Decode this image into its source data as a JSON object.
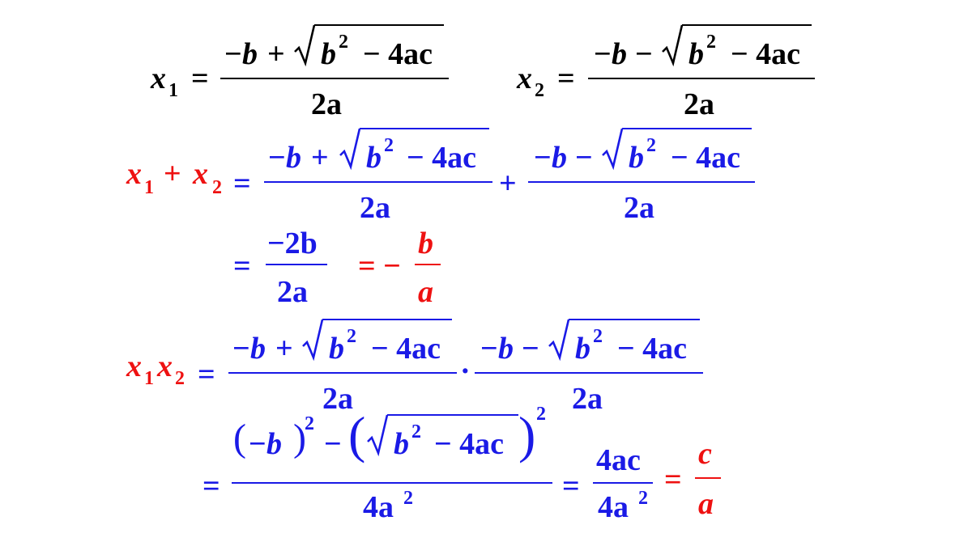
{
  "x": "x",
  "one": "1",
  "two": "2",
  "eq": "=",
  "plus": "+",
  "dot": "·",
  "minus_b": "−b",
  "b": "b",
  "a": "a",
  "c": "c",
  "b_sq": "b",
  "minus_4ac": "− 4ac",
  "two_a": "2a",
  "minus_2b": "−2b",
  "eq_minus": "= −",
  "four_ac": "4ac",
  "four_a": "4a",
  "paren_minus_b": "(−b)",
  "minus_open": "−(",
  "close_paren": ")"
}
